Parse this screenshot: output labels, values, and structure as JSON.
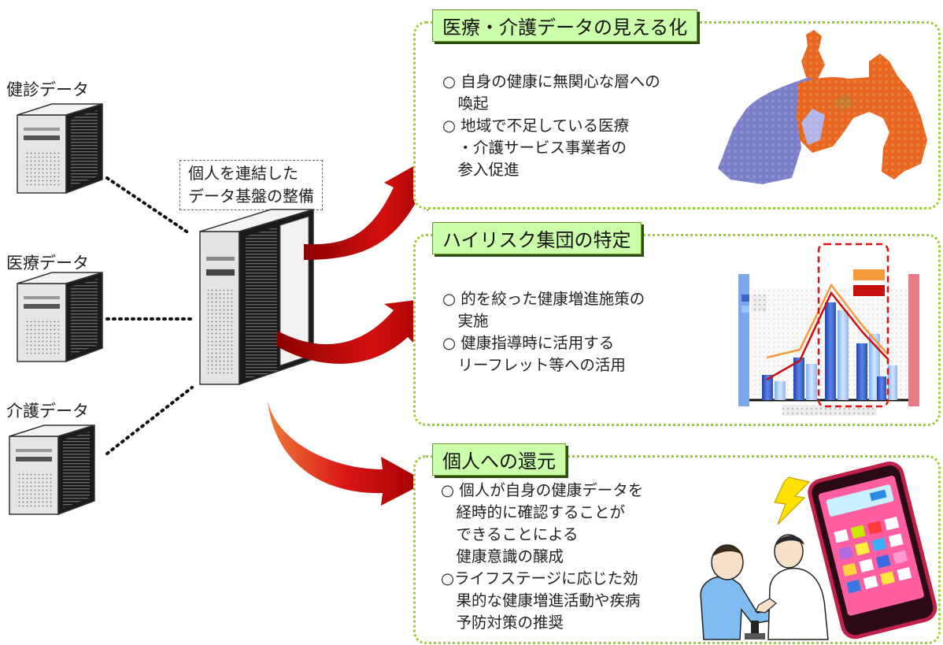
{
  "sources": [
    {
      "label": "健診データ"
    },
    {
      "label": "医療データ"
    },
    {
      "label": "介護データ"
    }
  ],
  "center": {
    "lines": [
      "個人を連結した",
      "データ基盤の整備"
    ]
  },
  "panels": [
    {
      "title": "医療・介護データの見える化",
      "bullets": [
        [
          "○ 自身の健康に無関心な層への",
          "　喚起"
        ],
        [
          "○ 地域で不足している医療",
          "　・介護サービス事業者の",
          "　参入促進"
        ]
      ]
    },
    {
      "title": "ハイリスク集団の特定",
      "bullets": [
        [
          "○ 的を絞った健康増進施策の",
          "　実施"
        ],
        [
          "○ 健康指導時に活用する",
          "　リーフレット等への活用"
        ]
      ]
    },
    {
      "title": "個人への還元",
      "bullets": [
        [
          "○ 個人が自身の健康データを",
          "　経時的に確認することが",
          "　できることによる",
          "　健康意識の醸成"
        ],
        [
          "○ライフステージに応じた効",
          "　果的な健康増進活動や疾病",
          "　予防対策の推奨"
        ]
      ]
    }
  ],
  "colors": {
    "panel_border": "#9acd32",
    "title_fill": "#ccffaa",
    "arrow": "#c00000",
    "map_orange": "#e8661e",
    "map_blue": "#7b7fc9"
  }
}
